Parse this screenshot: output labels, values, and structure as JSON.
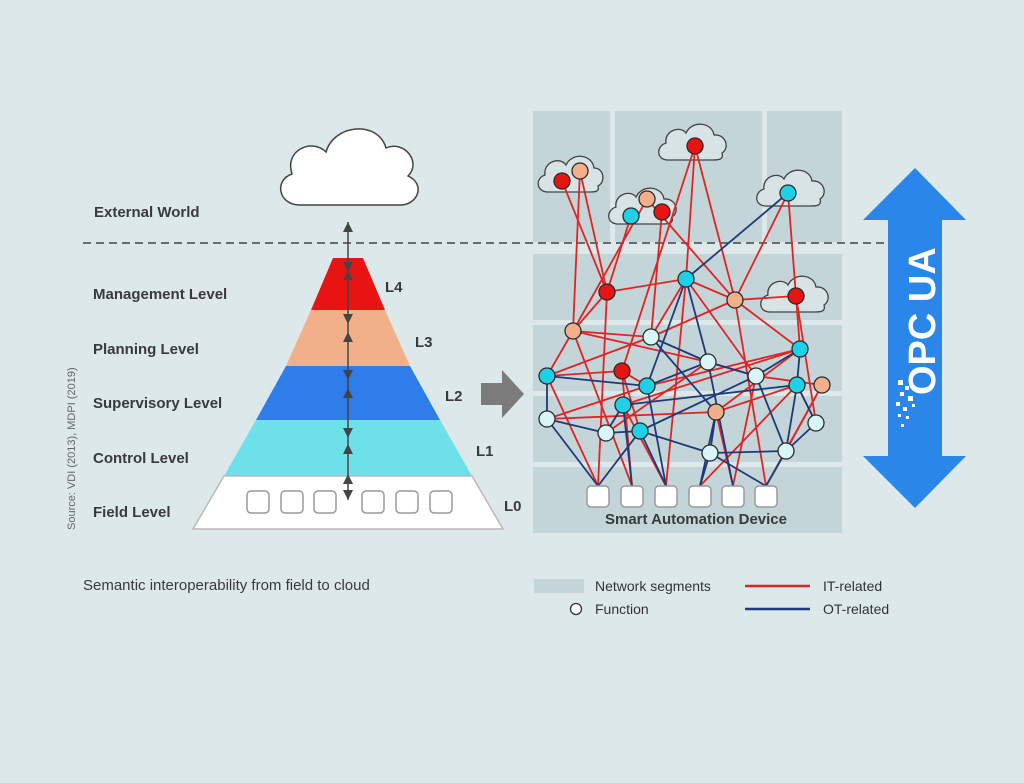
{
  "levels": [
    {
      "name": "Field Level",
      "code": "L0",
      "color": "#ffffff"
    },
    {
      "name": "Control Level",
      "code": "L1",
      "color": "#6de0ea"
    },
    {
      "name": "Supervisory Level",
      "code": "L2",
      "color": "#2e7de8"
    },
    {
      "name": "Planning Level",
      "code": "L3",
      "color": "#f2b08a"
    },
    {
      "name": "Management Level",
      "code": "L4",
      "color": "#e81414"
    }
  ],
  "external_world_label": "External World",
  "device_label": "Smart Automation Device",
  "opc_label": "OPC UA",
  "caption": "Semantic interoperability from field to cloud",
  "source_note": "Source: VDI (2013), MDPI (2019)",
  "legend": {
    "network_segments": "Network segments",
    "function": "Function",
    "it_related": "IT-related",
    "ot_related": "OT-related"
  },
  "colors": {
    "background": "#dce8ea",
    "segment": "#c3d5d8",
    "it_link": "#e02424",
    "ot_link": "#1f3a78",
    "node_red": "#e81414",
    "node_orange": "#f2b08a",
    "node_cyan": "#1fd0e6",
    "node_white": "#d8f6f8",
    "opc_arrow": "#2a86e8",
    "icon_arrow": "#7b7b7b"
  },
  "icons": [
    "cloud-icon",
    "right-arrow-icon",
    "double-vertical-arrow-icon"
  ]
}
